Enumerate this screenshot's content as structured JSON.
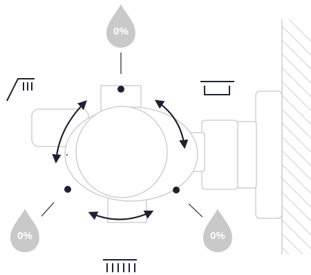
{
  "outlets": {
    "top": {
      "label": "0%",
      "icon": "overhead-shower-icon"
    },
    "bottom_left": {
      "label": "0%",
      "icon": "hand-shower-icon"
    },
    "bottom_right": {
      "label": "0%",
      "icon": "bathtub-spout-icon"
    },
    "bottom_center_icon": "rain-shower-icon"
  },
  "colors": {
    "drop": "#c9c9c9",
    "outline": "#c8c8c8",
    "ink": "#1e2230",
    "hatch": "#cfcfcf"
  }
}
